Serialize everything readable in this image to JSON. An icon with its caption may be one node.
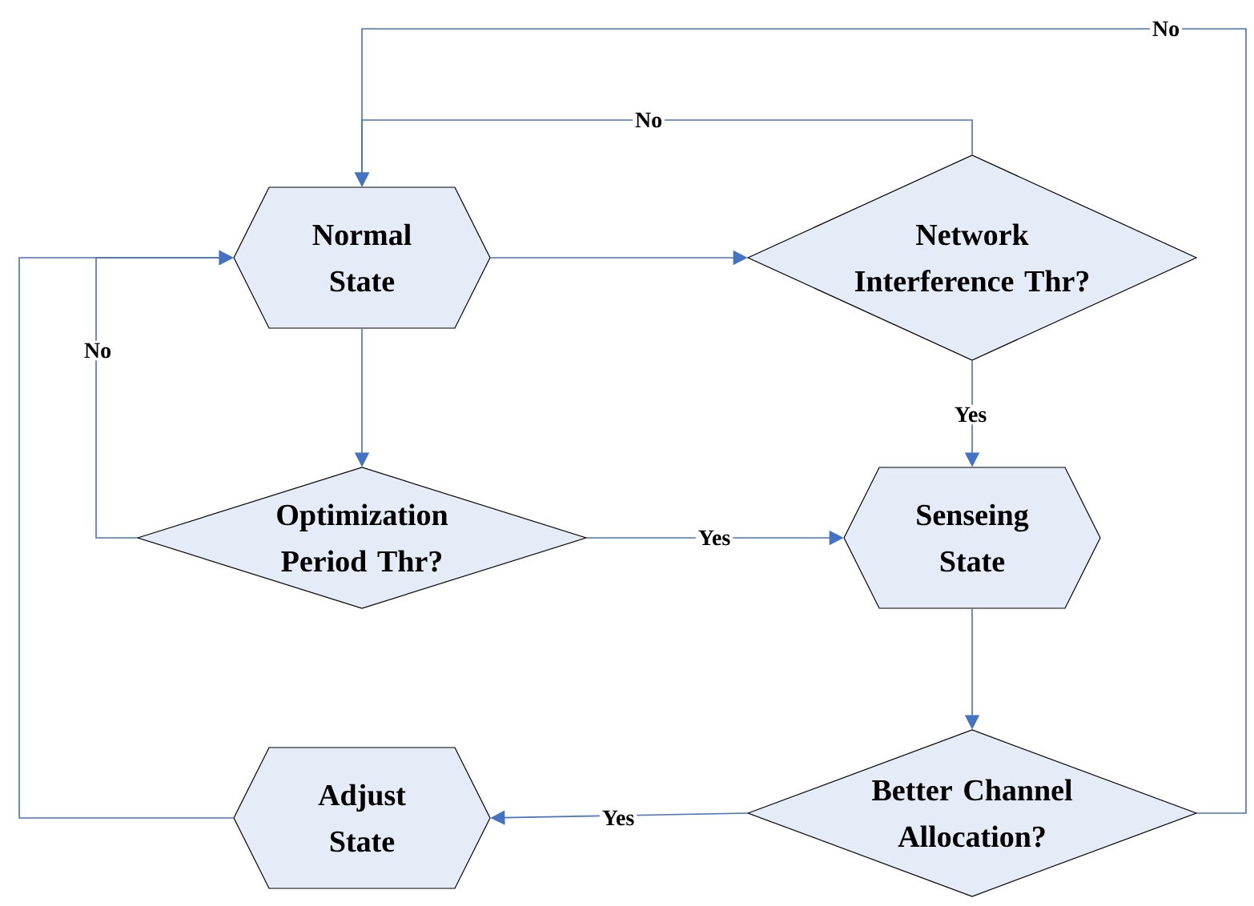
{
  "diagram": {
    "nodes": [
      {
        "text": [
          "Normal State"
        ]
      },
      {
        "text": [
          "Network Interference Thr?"
        ]
      },
      {
        "text": [
          "Optimization Period Thr?"
        ]
      },
      {
        "text": [
          "Senseing State"
        ]
      },
      {
        "text": [
          "Better Channel Allocation?"
        ]
      },
      {
        "text": [
          "Adjust State"
        ]
      }
    ],
    "edges": [
      {
        "from": 0,
        "to": 1,
        "arrow": "to"
      },
      {
        "from": 1,
        "to": 0,
        "arrow": "to",
        "label": "No"
      },
      {
        "from": 1,
        "to": 3,
        "arrow": "to",
        "label": "Yes"
      },
      {
        "from": 0,
        "to": 2,
        "arrow": "to"
      },
      {
        "from": 2,
        "to": 3,
        "arrow": "to",
        "label": "Yes"
      },
      {
        "from": 2,
        "to": 0,
        "arrow": "to",
        "label": "No"
      },
      {
        "from": 3,
        "to": 4,
        "arrow": "to"
      },
      {
        "from": 4,
        "to": 5,
        "arrow": "to",
        "label": "Yes"
      },
      {
        "from": 5,
        "to": 0,
        "arrow": "to"
      },
      {
        "from": 4,
        "to": 0,
        "arrow": "to",
        "label": "No"
      }
    ]
  }
}
